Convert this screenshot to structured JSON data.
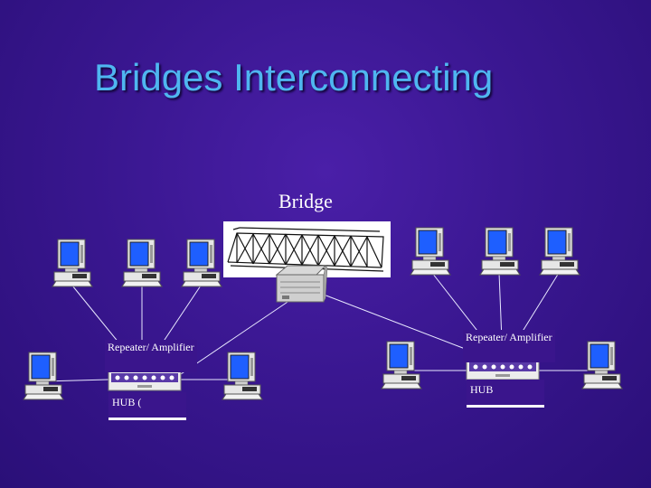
{
  "title": "Bridges Interconnecting",
  "labels": {
    "bridge": "Bridge",
    "repeater_left": "Repeater/ Amplifier",
    "repeater_right": "Repeater/ Amplifier",
    "hub_left": "HUB (",
    "hub_right": "HUB"
  },
  "colors": {
    "background": "#3a1791",
    "title": "#4fb6f0",
    "lines": "#e8e8ff",
    "monitor_screen": "#1e5fff"
  },
  "icons": [
    "computer-icon",
    "bridge-truss-icon",
    "bridge-device-icon",
    "repeater-hub-icon"
  ]
}
